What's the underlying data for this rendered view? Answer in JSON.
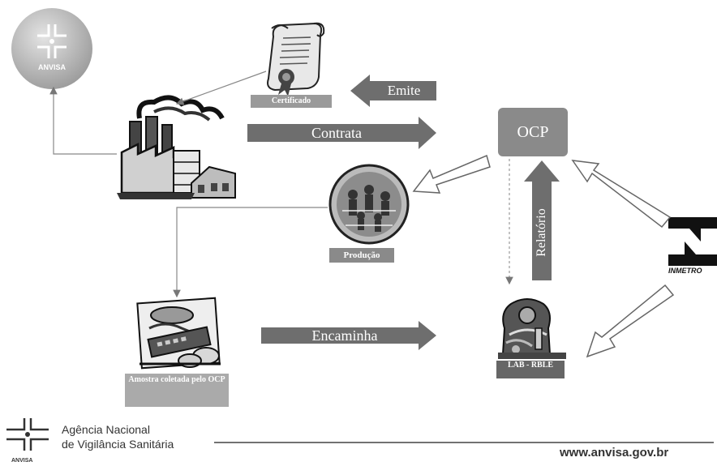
{
  "logo": {
    "badge_text": "ANVISA",
    "mini_text": "ANVISA"
  },
  "nodes": {
    "certificado": "Certificado",
    "producao": "Produção",
    "amostra": "Amostra coletada pelo OCP",
    "ocp": "OCP",
    "lab": "LAB - RBLE",
    "inmetro": "INMETRO"
  },
  "arrows": {
    "emite": "Emite",
    "contrata": "Contrata",
    "encaminha": "Encaminha",
    "relatorio": "Relatório"
  },
  "footer": {
    "org_line1": "Agência Nacional",
    "org_line2": "de Vigilância Sanitária",
    "url": "www.anvisa.gov.br"
  },
  "colors": {
    "arrow_fill": "#6e6e6e",
    "box_fill": "#7f7f7f",
    "ocp_fill": "#8a8a8a"
  }
}
